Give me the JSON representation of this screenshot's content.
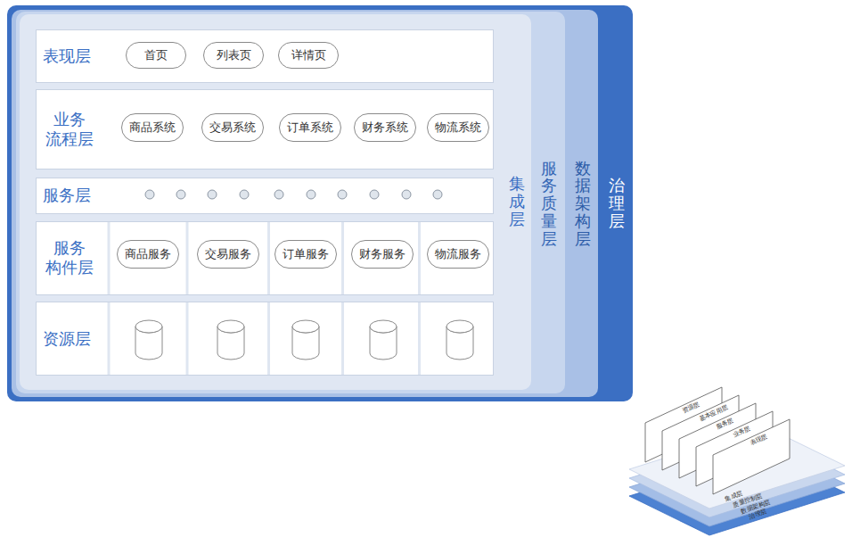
{
  "diagram": {
    "nodes": [
      {
        "text": [
          "治理层"
        ]
      },
      {
        "text": [
          "数据架构层"
        ],
        "in": 0
      },
      {
        "text": [
          "服务质量层"
        ],
        "in": 1
      },
      {
        "text": [
          "集成层"
        ],
        "in": 2
      },
      {
        "text": [
          "表现层"
        ],
        "in": 3
      },
      {
        "text": [
          "首页"
        ],
        "in": 4
      },
      {
        "text": [
          "列表页"
        ],
        "in": 4
      },
      {
        "text": [
          "详情页"
        ],
        "in": 4
      },
      {
        "text": [
          "业务 流程层"
        ],
        "in": 3
      },
      {
        "text": [
          "商品系统"
        ],
        "in": 8
      },
      {
        "text": [
          "交易系统"
        ],
        "in": 8
      },
      {
        "text": [
          "订单系统"
        ],
        "in": 8
      },
      {
        "text": [
          "财务系统"
        ],
        "in": 8
      },
      {
        "text": [
          "物流系统"
        ],
        "in": 8
      },
      {
        "text": [
          "服务层"
        ],
        "in": 3
      },
      {
        "text": [
          "服务 构件层"
        ],
        "in": 3
      },
      {
        "text": [
          "商品服务"
        ],
        "in": 15
      },
      {
        "text": [
          "交易服务"
        ],
        "in": 15
      },
      {
        "text": [
          "订单服务"
        ],
        "in": 15
      },
      {
        "text": [
          "财务服务"
        ],
        "in": 15
      },
      {
        "text": [
          "物流服务"
        ],
        "in": 15
      },
      {
        "text": [
          "资源层"
        ],
        "in": 3
      }
    ],
    "labels": [
      "资源层",
      "基本应用层",
      "服务层",
      "业务层",
      "表现层",
      "集成层",
      "质量控制层",
      "数据架构层",
      "治理层"
    ]
  }
}
